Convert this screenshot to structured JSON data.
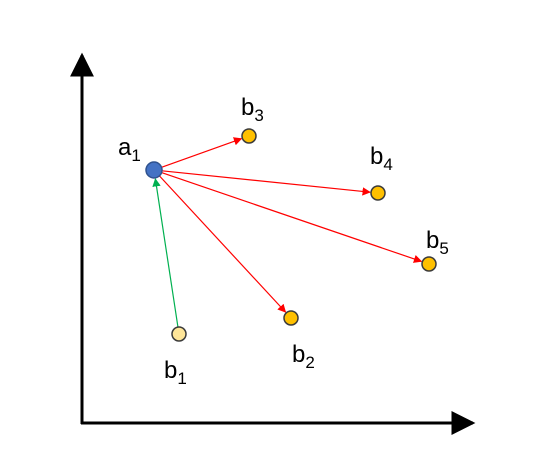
{
  "colors": {
    "axis": "#000000",
    "source_node_fill": "#4472C4",
    "source_node_stroke": "#2F528F",
    "target_node_fill": "#FFC000",
    "target_node_stroke": "#3a3a3a",
    "b1_fill": "#FFE699",
    "outgoing_arrow": "#FF0000",
    "incoming_arrow": "#00B050"
  },
  "nodes": {
    "a1": {
      "base": "a",
      "sub": "1"
    },
    "b1": {
      "base": "b",
      "sub": "1"
    },
    "b2": {
      "base": "b",
      "sub": "2"
    },
    "b3": {
      "base": "b",
      "sub": "3"
    },
    "b4": {
      "base": "b",
      "sub": "4"
    },
    "b5": {
      "base": "b",
      "sub": "5"
    }
  },
  "edges": [
    {
      "from": "b1",
      "to": "a1",
      "kind": "incoming"
    },
    {
      "from": "a1",
      "to": "b3",
      "kind": "outgoing"
    },
    {
      "from": "a1",
      "to": "b4",
      "kind": "outgoing"
    },
    {
      "from": "a1",
      "to": "b5",
      "kind": "outgoing"
    },
    {
      "from": "a1",
      "to": "b2",
      "kind": "outgoing"
    }
  ]
}
